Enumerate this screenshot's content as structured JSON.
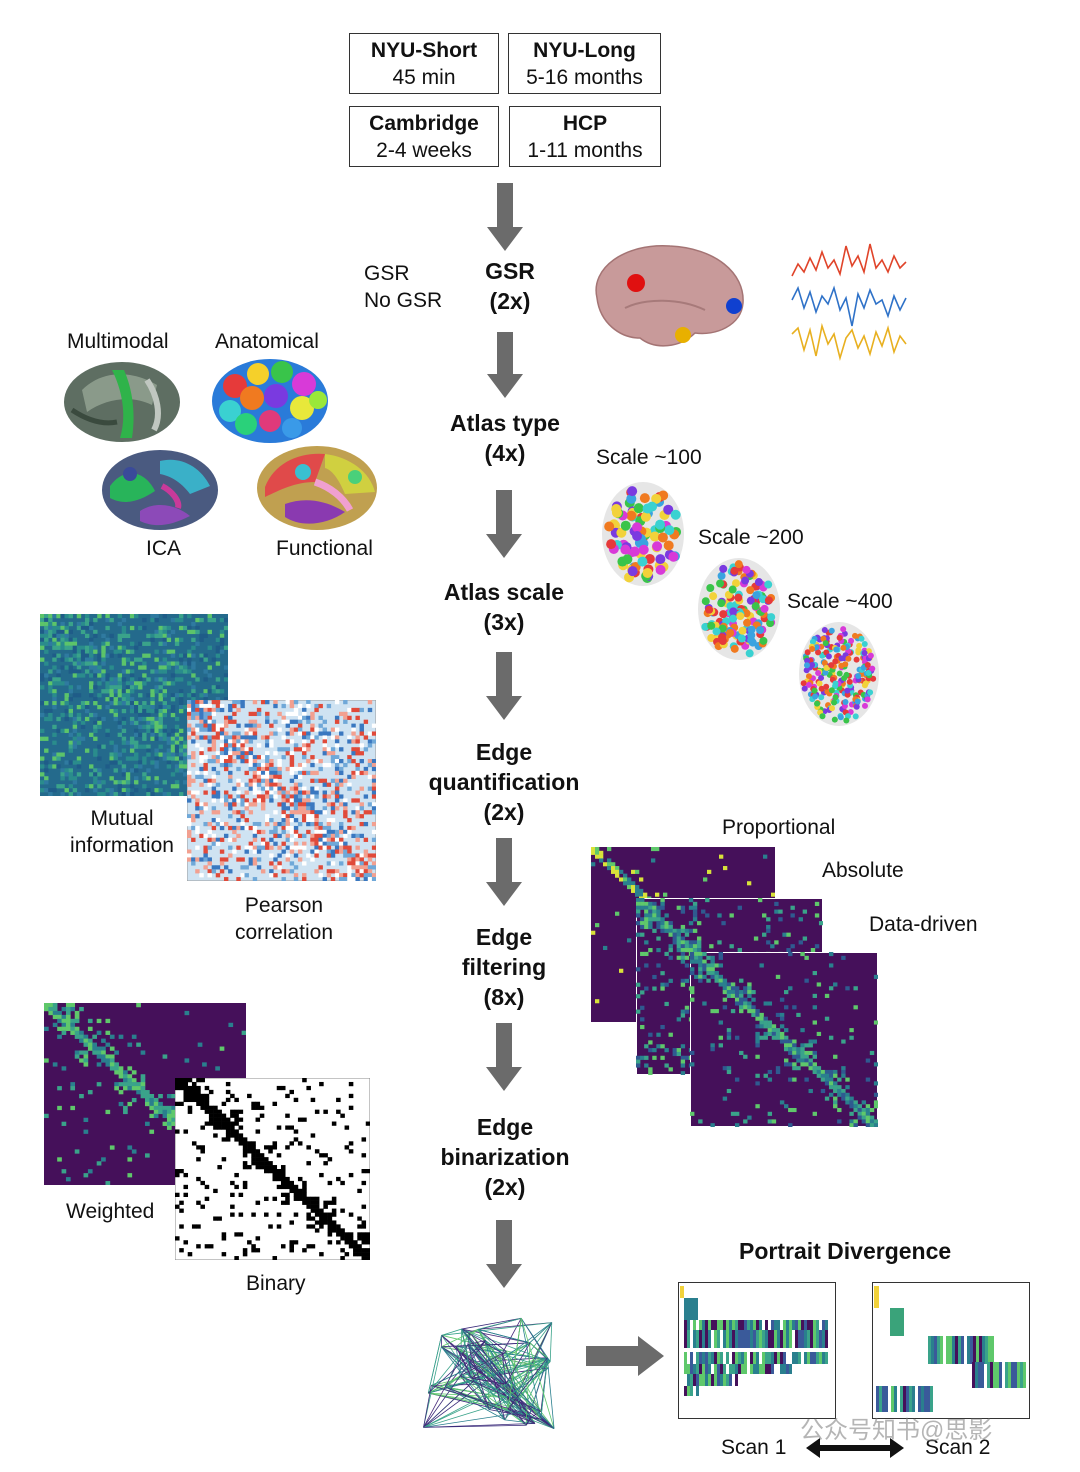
{
  "datasets": [
    {
      "name": "NYU-Short",
      "detail": "45 min"
    },
    {
      "name": "NYU-Long",
      "detail": "5-16 months"
    },
    {
      "name": "Cambridge",
      "detail": "2-4 weeks"
    },
    {
      "name": "HCP",
      "detail": "1-11 months"
    }
  ],
  "steps": {
    "gsr": {
      "line1": "GSR",
      "line2": "(2x)"
    },
    "atlas_type": {
      "line1": "Atlas type",
      "line2": "(4x)"
    },
    "atlas_scale": {
      "line1": "Atlas scale",
      "line2": "(3x)"
    },
    "edge_quant": {
      "line1": "Edge",
      "line2": "quantification",
      "line3": "(2x)"
    },
    "edge_filter": {
      "line1": "Edge",
      "line2": "filtering",
      "line3": "(8x)"
    },
    "edge_binar": {
      "line1": "Edge",
      "line2": "binarization",
      "line3": "(2x)"
    }
  },
  "gsr_options": {
    "opt1": "GSR",
    "opt2": "No GSR"
  },
  "atlas_types": {
    "multimodal": "Multimodal",
    "anatomical": "Anatomical",
    "ica": "ICA",
    "functional": "Functional"
  },
  "scales": {
    "s100": "Scale ~100",
    "s200": "Scale ~200",
    "s400": "Scale ~400"
  },
  "quant": {
    "mi_line1": "Mutual",
    "mi_line2": "information",
    "pc_line1": "Pearson",
    "pc_line2": "correlation"
  },
  "filtering": {
    "proportional": "Proportional",
    "absolute": "Absolute",
    "datadriven": "Data-driven"
  },
  "binarization": {
    "weighted": "Weighted",
    "binary": "Binary"
  },
  "portrait": {
    "title": "Portrait Divergence",
    "scan1": "Scan 1",
    "scan2": "Scan 2"
  },
  "watermark": "公众号知书@思影",
  "colors": {
    "arrow": "#6b6b6b",
    "viridis_bg": "#45105a",
    "viridis_mid": "#2a7f8e",
    "viridis_hi": "#5fc86b",
    "brain": "#c89a9a"
  }
}
